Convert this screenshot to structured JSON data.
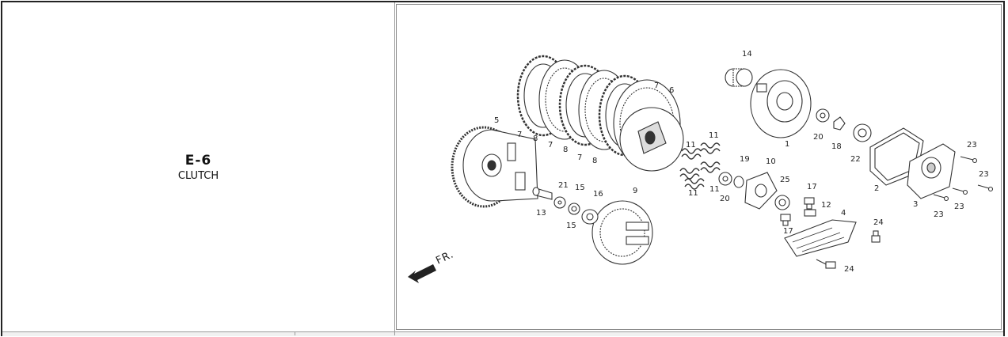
{
  "section": {
    "code": "E-6",
    "name": "CLUTCH"
  },
  "diagram": {
    "direction_label": "FR.",
    "callouts": [
      "14",
      "5",
      "7",
      "8",
      "7",
      "8",
      "7",
      "8",
      "7",
      "6",
      "1",
      "20",
      "18",
      "22",
      "23",
      "23",
      "2",
      "3",
      "23",
      "23",
      "11",
      "11",
      "11",
      "11",
      "19",
      "10",
      "25",
      "20",
      "17",
      "12",
      "17",
      "4",
      "24",
      "24",
      "21",
      "15",
      "16",
      "9",
      "13",
      "15"
    ]
  },
  "colors": {
    "line": "#333333",
    "border": "#222222"
  }
}
